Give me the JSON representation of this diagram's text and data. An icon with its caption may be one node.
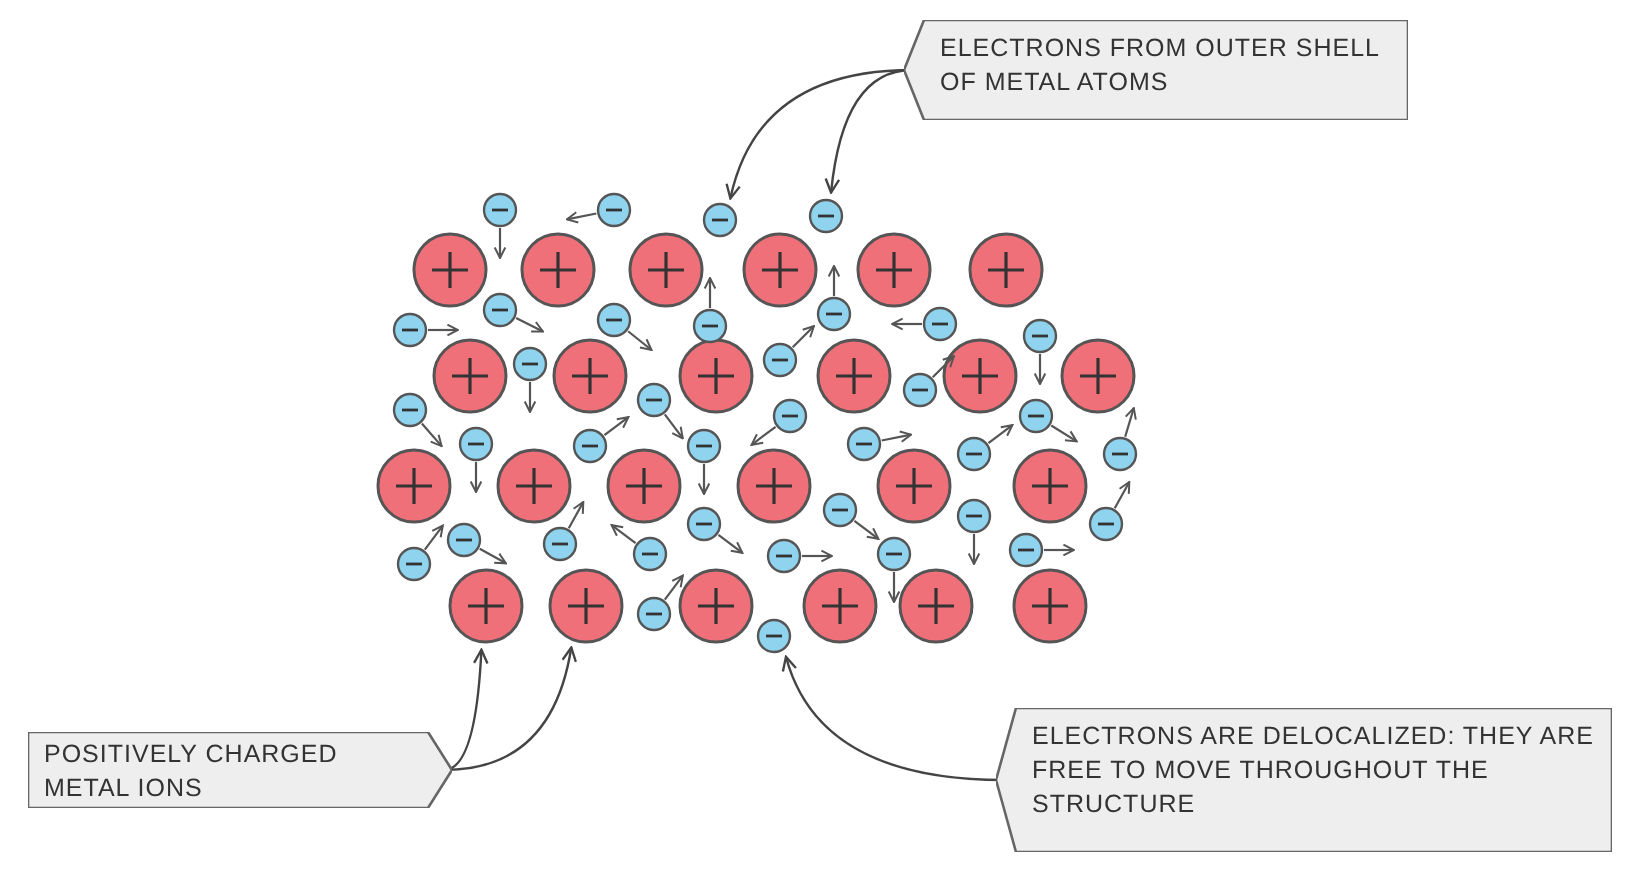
{
  "diagram": {
    "nodes": [
      {
        "text": [
          "ELECTRONS FROM OUTER SHELL OF METAL ATOMS"
        ]
      },
      {
        "text": [],
        "shape": "circle"
      },
      {
        "text": [],
        "shape": "circle"
      },
      {
        "text": [],
        "shape": "circle"
      },
      {
        "text": [],
        "shape": "circle"
      },
      {
        "text": [],
        "shape": "circle"
      },
      {
        "text": [
          "POSITIVELY CHARGED METAL IONS"
        ]
      },
      {
        "text": [
          "ELECTRONS ARE DELOCALIZED: THEY ARE FREE TO MOVE THROUGHOUT THE STRUCTURE"
        ]
      }
    ],
    "edges": [
      {
        "from": 0,
        "to": 1,
        "arrow": "to"
      },
      {
        "from": 0,
        "to": 2,
        "arrow": "to"
      },
      {
        "from": 6,
        "to": 3,
        "arrow": "to"
      },
      {
        "from": 6,
        "to": 4,
        "arrow": "to"
      },
      {
        "from": 7,
        "to": 5,
        "arrow": "to"
      }
    ]
  }
}
